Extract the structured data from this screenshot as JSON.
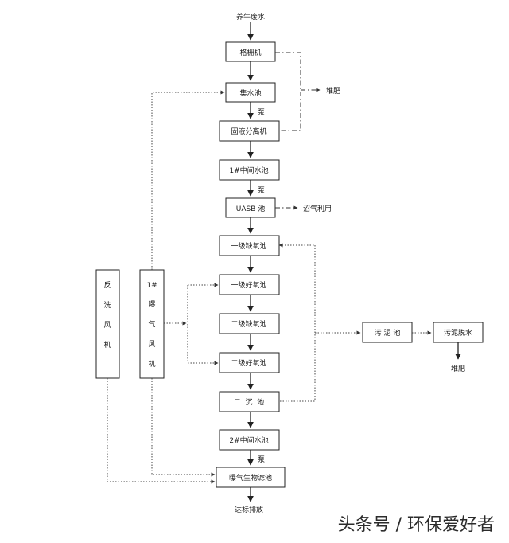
{
  "input": "养牛废水",
  "boxes": {
    "grid": "格栅机",
    "collect": "集水池",
    "separator": "固液分离机",
    "mid1": "1#中间水池",
    "uasb": "UASB 池",
    "anoxic1": "一级缺氧池",
    "aerobic1": "一级好氧池",
    "anoxic2": "二级缺氧池",
    "aerobic2": "二级好氧池",
    "settle": "二  沉  池",
    "mid2": "2#中间水池",
    "baf": "曝气生物滤池",
    "sludge": "污 泥 池",
    "dewater": "污泥脱水",
    "backwash": "反洗风机",
    "blower": "1#曝气风机"
  },
  "labels": {
    "pump1": "泵",
    "pump2": "泵",
    "pump3": "泵",
    "compost1": "堆肥",
    "compost2": "堆肥",
    "biogas": "沼气利用",
    "discharge": "达标排放"
  },
  "watermark": "头条号 / 环保爱好者"
}
